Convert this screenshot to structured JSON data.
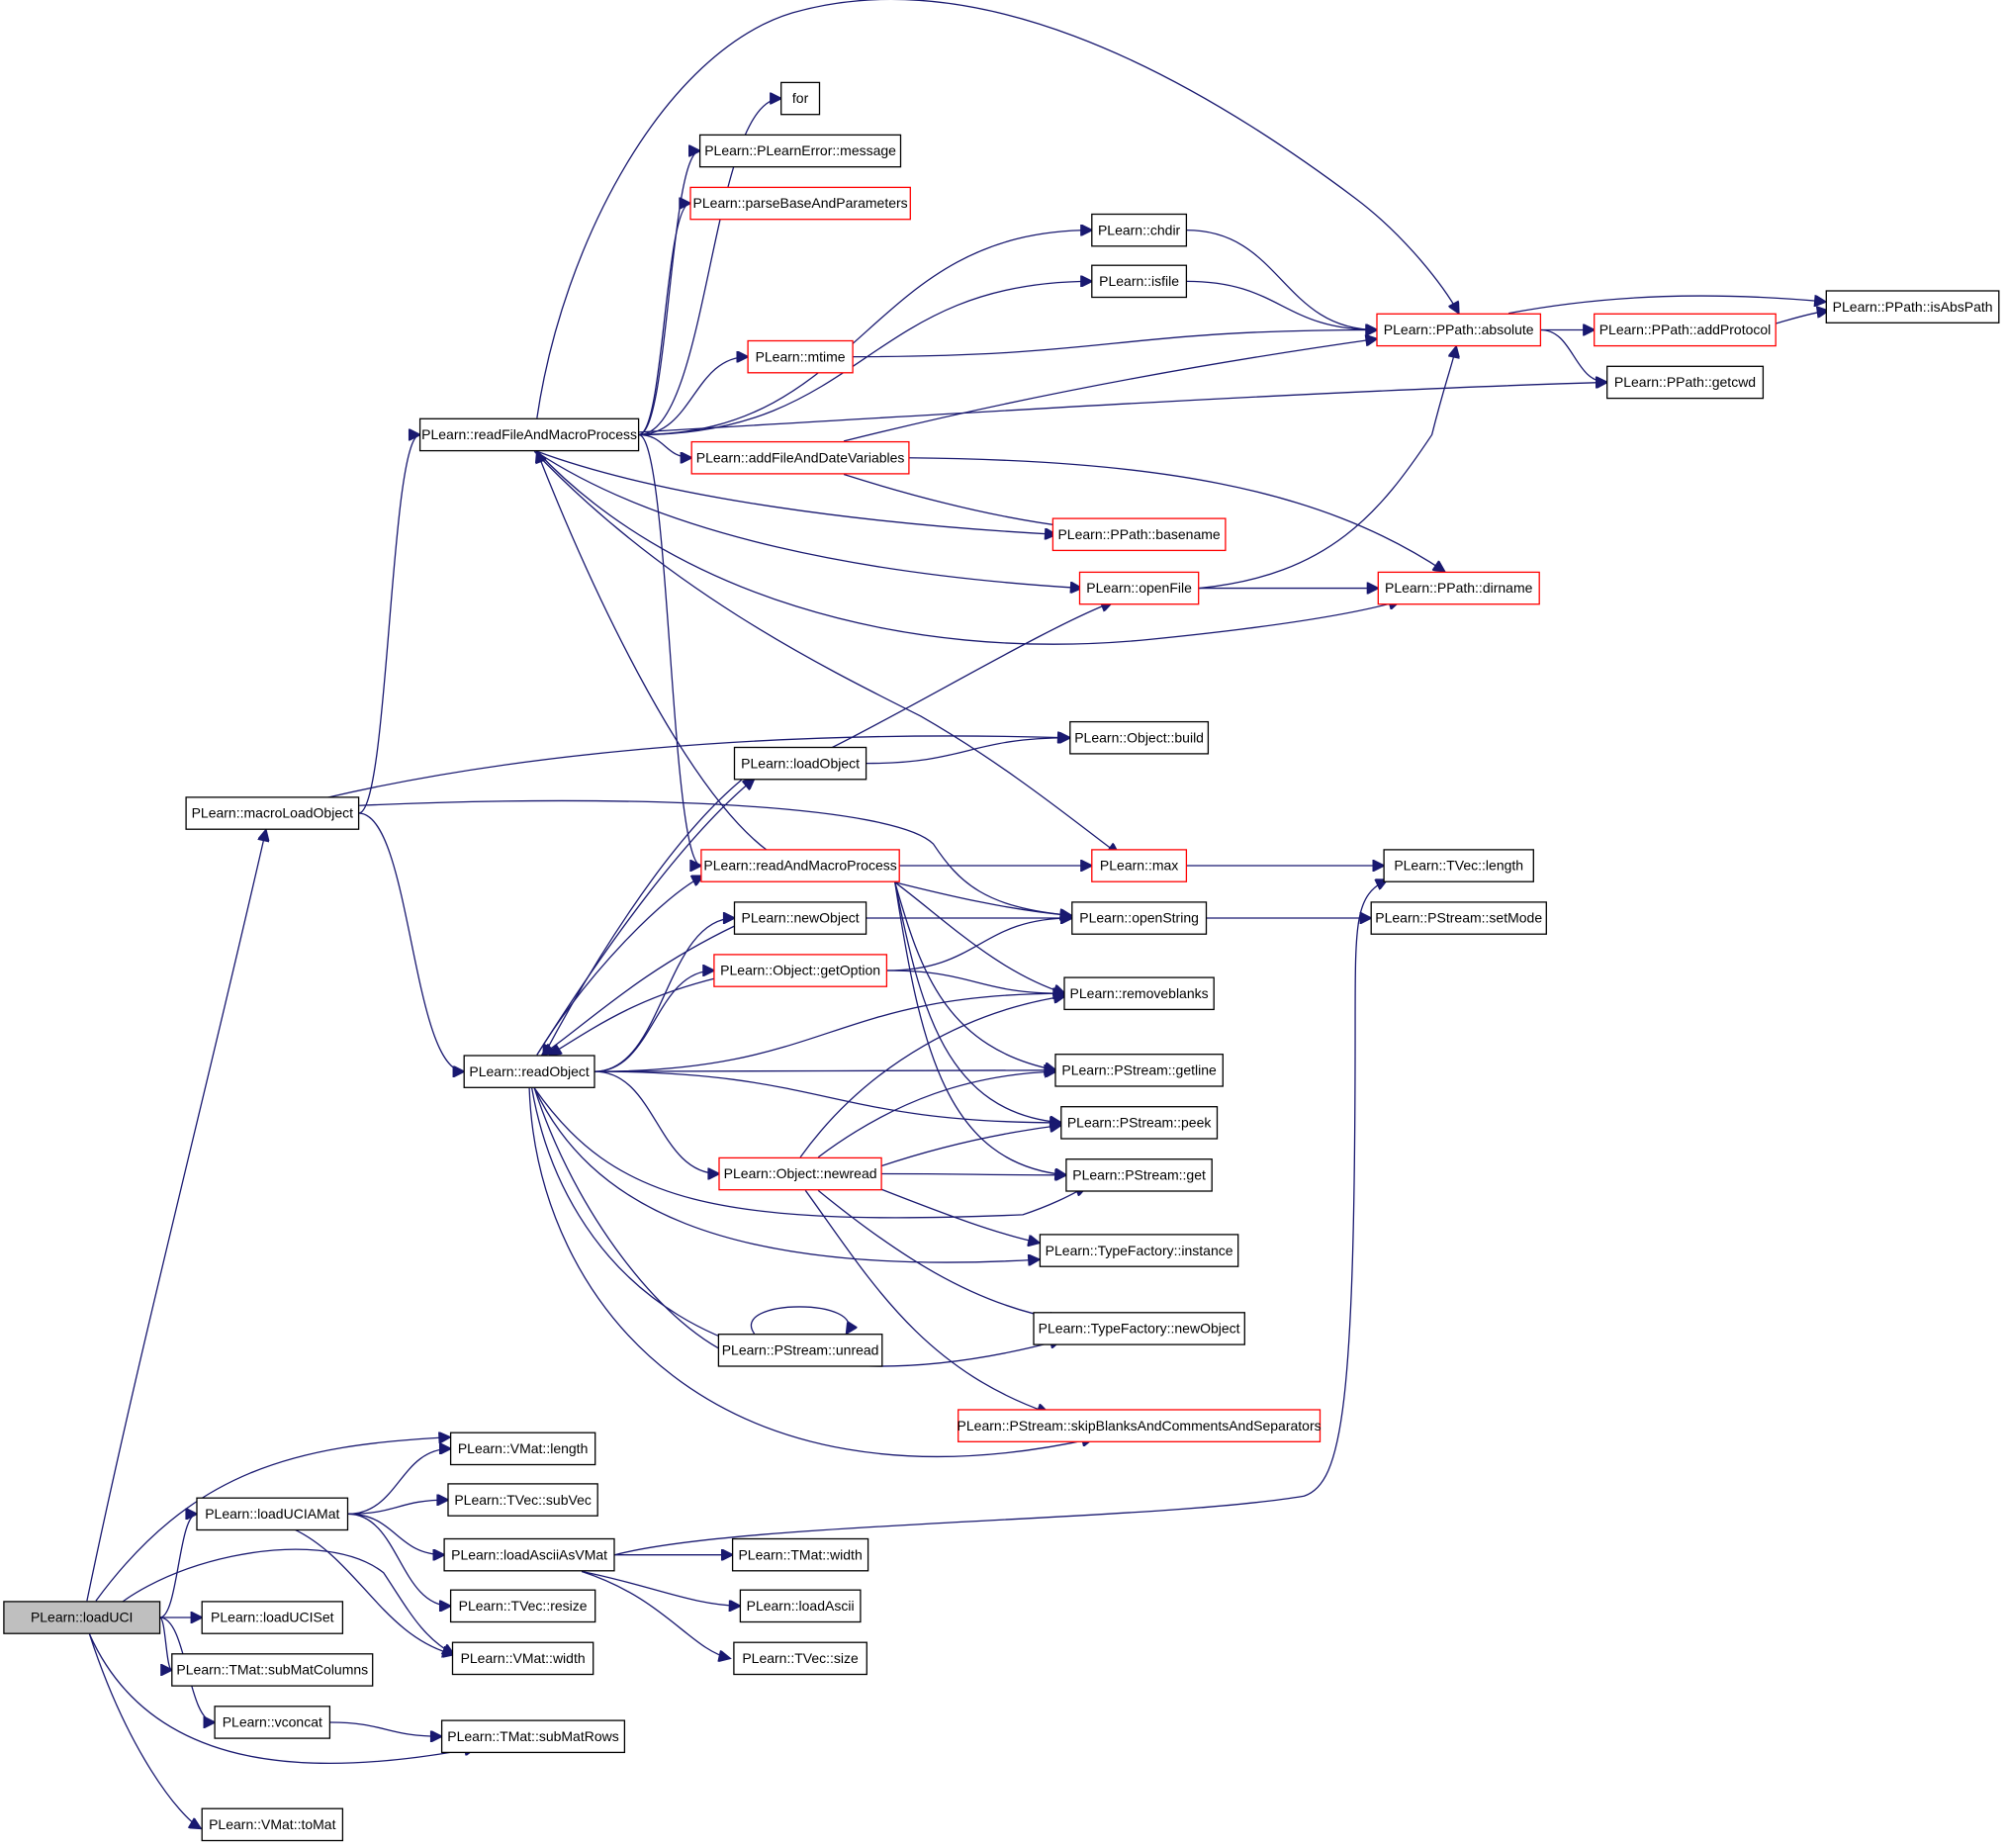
{
  "diagram": {
    "type": "call-graph",
    "colors": {
      "edge": "#191970",
      "node_border": "#000000",
      "truncated_node_border": "#ff0000",
      "root_fill": "#bfbfbf"
    },
    "nodes": [
      {
        "id": "loadUCI",
        "label": "PLearn::loadUCI",
        "style": "root"
      },
      {
        "id": "macroLoadObject",
        "label": "PLearn::macroLoadObject",
        "style": "normal"
      },
      {
        "id": "readFileAndMacroProcess",
        "label": "PLearn::readFileAndMacroProcess",
        "style": "normal"
      },
      {
        "id": "for",
        "label": "for",
        "style": "normal"
      },
      {
        "id": "message",
        "label": "PLearn::PLearnError::message",
        "style": "normal"
      },
      {
        "id": "parseBaseAndParameters",
        "label": "PLearn::parseBaseAndParameters",
        "style": "truncated"
      },
      {
        "id": "chdir",
        "label": "PLearn::chdir",
        "style": "normal"
      },
      {
        "id": "isfile",
        "label": "PLearn::isfile",
        "style": "normal"
      },
      {
        "id": "mtime",
        "label": "PLearn::mtime",
        "style": "truncated"
      },
      {
        "id": "absolute",
        "label": "PLearn::PPath::absolute",
        "style": "truncated"
      },
      {
        "id": "isAbsPath",
        "label": "PLearn::PPath::isAbsPath",
        "style": "normal"
      },
      {
        "id": "addProtocol",
        "label": "PLearn::PPath::addProtocol",
        "style": "truncated"
      },
      {
        "id": "getcwd",
        "label": "PLearn::PPath::getcwd",
        "style": "normal"
      },
      {
        "id": "addFileAndDateVariables",
        "label": "PLearn::addFileAndDateVariables",
        "style": "truncated"
      },
      {
        "id": "basename",
        "label": "PLearn::PPath::basename",
        "style": "truncated"
      },
      {
        "id": "openFile",
        "label": "PLearn::openFile",
        "style": "truncated"
      },
      {
        "id": "dirname",
        "label": "PLearn::PPath::dirname",
        "style": "truncated"
      },
      {
        "id": "build",
        "label": "PLearn::Object::build",
        "style": "normal"
      },
      {
        "id": "loadObject",
        "label": "PLearn::loadObject",
        "style": "normal"
      },
      {
        "id": "readAndMacroProcess",
        "label": "PLearn::readAndMacroProcess",
        "style": "truncated"
      },
      {
        "id": "max",
        "label": "PLearn::max",
        "style": "truncated"
      },
      {
        "id": "tvecLength",
        "label": "PLearn::TVec::length",
        "style": "normal"
      },
      {
        "id": "newObject",
        "label": "PLearn::newObject",
        "style": "normal"
      },
      {
        "id": "openString",
        "label": "PLearn::openString",
        "style": "normal"
      },
      {
        "id": "setMode",
        "label": "PLearn::PStream::setMode",
        "style": "normal"
      },
      {
        "id": "getOption",
        "label": "PLearn::Object::getOption",
        "style": "truncated"
      },
      {
        "id": "removeblanks",
        "label": "PLearn::removeblanks",
        "style": "normal"
      },
      {
        "id": "readObject",
        "label": "PLearn::readObject",
        "style": "normal"
      },
      {
        "id": "getline",
        "label": "PLearn::PStream::getline",
        "style": "normal"
      },
      {
        "id": "peek",
        "label": "PLearn::PStream::peek",
        "style": "normal"
      },
      {
        "id": "newread",
        "label": "PLearn::Object::newread",
        "style": "truncated"
      },
      {
        "id": "get",
        "label": "PLearn::PStream::get",
        "style": "normal"
      },
      {
        "id": "instance",
        "label": "PLearn::TypeFactory::instance",
        "style": "normal"
      },
      {
        "id": "unread",
        "label": "PLearn::PStream::unread",
        "style": "normal"
      },
      {
        "id": "tfNewObject",
        "label": "PLearn::TypeFactory::newObject",
        "style": "normal"
      },
      {
        "id": "skipBlanks",
        "label": "PLearn::PStream::skipBlanksAndCommentsAndSeparators",
        "style": "truncated"
      },
      {
        "id": "vmatLength",
        "label": "PLearn::VMat::length",
        "style": "normal"
      },
      {
        "id": "loadUCIAMat",
        "label": "PLearn::loadUCIAMat",
        "style": "normal"
      },
      {
        "id": "subVec",
        "label": "PLearn::TVec::subVec",
        "style": "normal"
      },
      {
        "id": "loadAsciiAsVMat",
        "label": "PLearn::loadAsciiAsVMat",
        "style": "normal"
      },
      {
        "id": "tmatWidth",
        "label": "PLearn::TMat::width",
        "style": "normal"
      },
      {
        "id": "resize",
        "label": "PLearn::TVec::resize",
        "style": "normal"
      },
      {
        "id": "loadAscii",
        "label": "PLearn::loadAscii",
        "style": "normal"
      },
      {
        "id": "loadUCISet",
        "label": "PLearn::loadUCISet",
        "style": "normal"
      },
      {
        "id": "vmatWidth",
        "label": "PLearn::VMat::width",
        "style": "normal"
      },
      {
        "id": "tvecSize",
        "label": "PLearn::TVec::size",
        "style": "normal"
      },
      {
        "id": "subMatColumns",
        "label": "PLearn::TMat::subMatColumns",
        "style": "normal"
      },
      {
        "id": "vconcat",
        "label": "PLearn::vconcat",
        "style": "normal"
      },
      {
        "id": "subMatRows",
        "label": "PLearn::TMat::subMatRows",
        "style": "normal"
      },
      {
        "id": "toMat",
        "label": "PLearn::VMat::toMat",
        "style": "normal"
      }
    ],
    "edges": [
      [
        "loadUCI",
        "macroLoadObject"
      ],
      [
        "loadUCI",
        "vmatLength"
      ],
      [
        "loadUCI",
        "loadUCIAMat"
      ],
      [
        "loadUCI",
        "vmatWidth"
      ],
      [
        "loadUCI",
        "loadUCISet"
      ],
      [
        "loadUCI",
        "subMatColumns"
      ],
      [
        "loadUCI",
        "vconcat"
      ],
      [
        "loadUCI",
        "subMatRows"
      ],
      [
        "loadUCI",
        "toMat"
      ],
      [
        "macroLoadObject",
        "readFileAndMacroProcess"
      ],
      [
        "macroLoadObject",
        "build"
      ],
      [
        "macroLoadObject",
        "openString"
      ],
      [
        "macroLoadObject",
        "readObject"
      ],
      [
        "readFileAndMacroProcess",
        "for"
      ],
      [
        "readFileAndMacroProcess",
        "message"
      ],
      [
        "readFileAndMacroProcess",
        "parseBaseAndParameters"
      ],
      [
        "readFileAndMacroProcess",
        "chdir"
      ],
      [
        "readFileAndMacroProcess",
        "isfile"
      ],
      [
        "readFileAndMacroProcess",
        "mtime"
      ],
      [
        "readFileAndMacroProcess",
        "absolute"
      ],
      [
        "readFileAndMacroProcess",
        "getcwd"
      ],
      [
        "readFileAndMacroProcess",
        "addFileAndDateVariables"
      ],
      [
        "readFileAndMacroProcess",
        "basename"
      ],
      [
        "readFileAndMacroProcess",
        "openFile"
      ],
      [
        "readFileAndMacroProcess",
        "dirname"
      ],
      [
        "readFileAndMacroProcess",
        "max"
      ],
      [
        "readFileAndMacroProcess",
        "readAndMacroProcess"
      ],
      [
        "chdir",
        "absolute"
      ],
      [
        "isfile",
        "absolute"
      ],
      [
        "mtime",
        "absolute"
      ],
      [
        "absolute",
        "isAbsPath"
      ],
      [
        "absolute",
        "addProtocol"
      ],
      [
        "absolute",
        "getcwd"
      ],
      [
        "addProtocol",
        "isAbsPath"
      ],
      [
        "addFileAndDateVariables",
        "absolute"
      ],
      [
        "addFileAndDateVariables",
        "basename"
      ],
      [
        "addFileAndDateVariables",
        "dirname"
      ],
      [
        "openFile",
        "absolute"
      ],
      [
        "openFile",
        "dirname"
      ],
      [
        "loadObject",
        "openFile"
      ],
      [
        "loadObject",
        "build"
      ],
      [
        "loadObject",
        "readObject"
      ],
      [
        "readAndMacroProcess",
        "readFileAndMacroProcess"
      ],
      [
        "readAndMacroProcess",
        "max"
      ],
      [
        "readAndMacroProcess",
        "openString"
      ],
      [
        "readAndMacroProcess",
        "removeblanks"
      ],
      [
        "readAndMacroProcess",
        "getline"
      ],
      [
        "readAndMacroProcess",
        "peek"
      ],
      [
        "readAndMacroProcess",
        "get"
      ],
      [
        "max",
        "tvecLength"
      ],
      [
        "openString",
        "setMode"
      ],
      [
        "newObject",
        "openString"
      ],
      [
        "newObject",
        "readObject"
      ],
      [
        "getOption",
        "openString"
      ],
      [
        "getOption",
        "removeblanks"
      ],
      [
        "getOption",
        "readObject"
      ],
      [
        "readObject",
        "loadObject"
      ],
      [
        "readObject",
        "readAndMacroProcess"
      ],
      [
        "readObject",
        "newObject"
      ],
      [
        "readObject",
        "getOption"
      ],
      [
        "readObject",
        "removeblanks"
      ],
      [
        "readObject",
        "getline"
      ],
      [
        "readObject",
        "peek"
      ],
      [
        "readObject",
        "newread"
      ],
      [
        "readObject",
        "get"
      ],
      [
        "readObject",
        "instance"
      ],
      [
        "readObject",
        "unread"
      ],
      [
        "readObject",
        "tfNewObject"
      ],
      [
        "readObject",
        "skipBlanks"
      ],
      [
        "newread",
        "removeblanks"
      ],
      [
        "newread",
        "getline"
      ],
      [
        "newread",
        "peek"
      ],
      [
        "newread",
        "get"
      ],
      [
        "newread",
        "instance"
      ],
      [
        "newread",
        "tfNewObject"
      ],
      [
        "newread",
        "skipBlanks"
      ],
      [
        "unread",
        "unread"
      ],
      [
        "loadUCIAMat",
        "vmatLength"
      ],
      [
        "loadUCIAMat",
        "subVec"
      ],
      [
        "loadUCIAMat",
        "loadAsciiAsVMat"
      ],
      [
        "loadUCIAMat",
        "resize"
      ],
      [
        "loadUCIAMat",
        "vmatWidth"
      ],
      [
        "loadAsciiAsVMat",
        "tvecLength"
      ],
      [
        "loadAsciiAsVMat",
        "tmatWidth"
      ],
      [
        "loadAsciiAsVMat",
        "loadAscii"
      ],
      [
        "loadAsciiAsVMat",
        "tvecSize"
      ],
      [
        "vconcat",
        "subMatRows"
      ]
    ]
  }
}
